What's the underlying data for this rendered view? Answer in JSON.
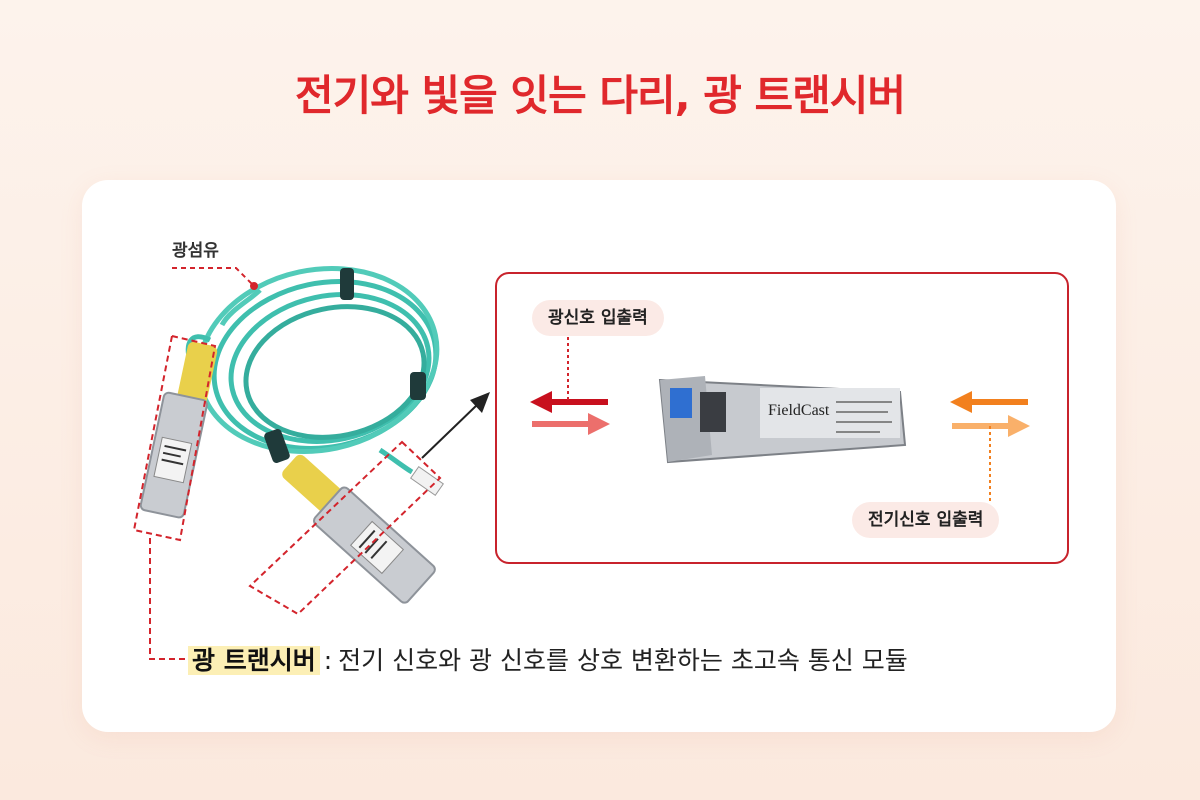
{
  "title": "전기와 빛을 잇는 다리, 광 트랜시버",
  "labels": {
    "optical_fiber": "광섬유",
    "optical_io": "광신호 입출력",
    "electrical_io": "전기신호 입출력"
  },
  "module_brand": "FieldCast",
  "caption": {
    "term": "광 트랜시버",
    "separator": ":",
    "description": "전기 신호와 광 신호를 상호 변환하는 초고속 통신 모듈"
  },
  "colors": {
    "title_red": "#e0282c",
    "frame_red": "#c8232c",
    "fiber_teal": "#3fbfae",
    "arrow_red_dark": "#c8101e",
    "arrow_red_light": "#ec6f6c",
    "arrow_orange_dark": "#f2801e",
    "arrow_orange_light": "#f9b06a",
    "highlight_yellow": "#fcefb5"
  }
}
